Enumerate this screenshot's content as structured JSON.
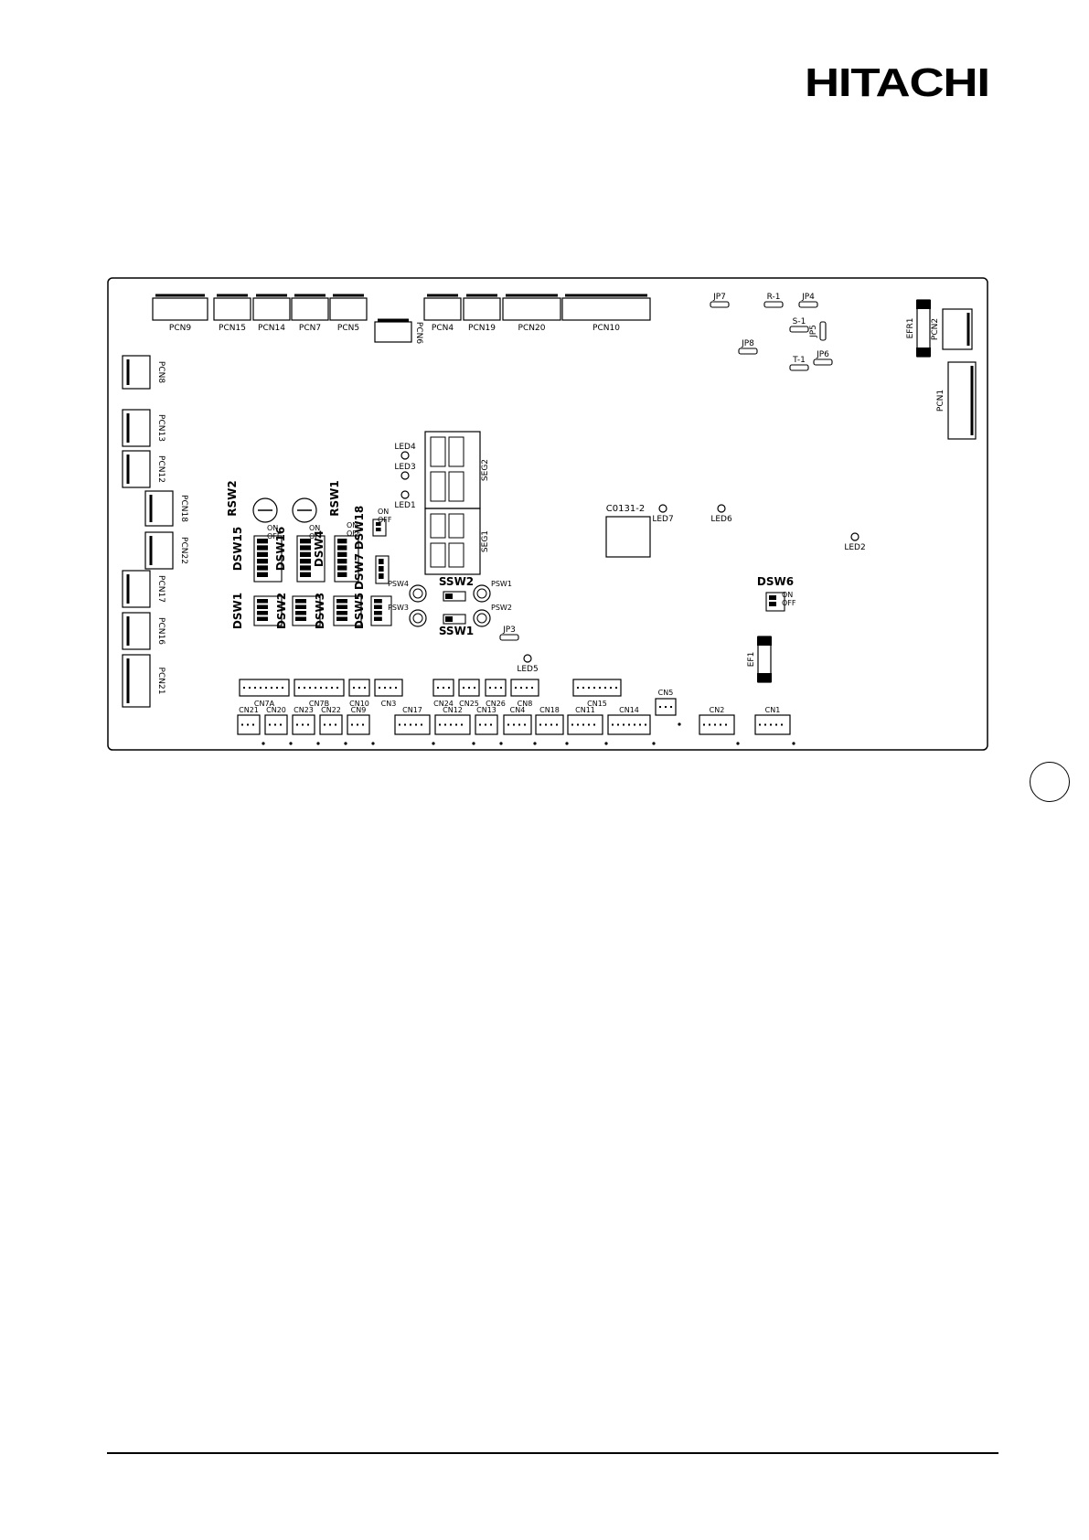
{
  "brand": "HITACHI",
  "board": {
    "chip_label": "C0131-2",
    "top_connectors": [
      "PCN9",
      "PCN15",
      "PCN14",
      "PCN7",
      "PCN5",
      "PCN6",
      "PCN4",
      "PCN19",
      "PCN20",
      "PCN10"
    ],
    "left_connectors": [
      "PCN8",
      "PCN13",
      "PCN12",
      "PCN18",
      "PCN22",
      "PCN17",
      "PCN16",
      "PCN21"
    ],
    "right_connectors": [
      "PCN2",
      "PCN1"
    ],
    "bottom_row_a": [
      "CN7A",
      "CN7B",
      "CN10",
      "CN3",
      "CN24",
      "CN25",
      "CN26",
      "CN8",
      "CN15"
    ],
    "bottom_row_b": [
      "CN21",
      "CN20",
      "CN23",
      "CN22",
      "CN9",
      "CN17",
      "CN12",
      "CN13",
      "CN4",
      "CN18",
      "CN11",
      "CN14",
      "CN5",
      "CN2",
      "CN1"
    ],
    "jumpers": [
      "JP7",
      "R-1",
      "JP4",
      "S-1",
      "JP5",
      "JP8",
      "T-1",
      "JP6",
      "JP3"
    ],
    "fuses": [
      "EFR1",
      "EF1"
    ],
    "leds": [
      "LED4",
      "LED3",
      "LED1",
      "LED7",
      "LED6",
      "LED2",
      "LED5"
    ],
    "segments": [
      "SEG2",
      "SEG1"
    ],
    "rotary_switches": [
      "RSW2",
      "RSW1"
    ],
    "dip_switches": [
      "DSW15",
      "DSW16",
      "DSW4",
      "DSW18",
      "DSW7",
      "DSW1",
      "DSW2",
      "DSW3",
      "DSW5",
      "DSW6"
    ],
    "slide_switches": [
      "SSW2",
      "SSW1"
    ],
    "push_switches": [
      "PSW4",
      "PSW1",
      "PSW3",
      "PSW2"
    ],
    "switch_states": [
      "ON",
      "OFF"
    ]
  }
}
